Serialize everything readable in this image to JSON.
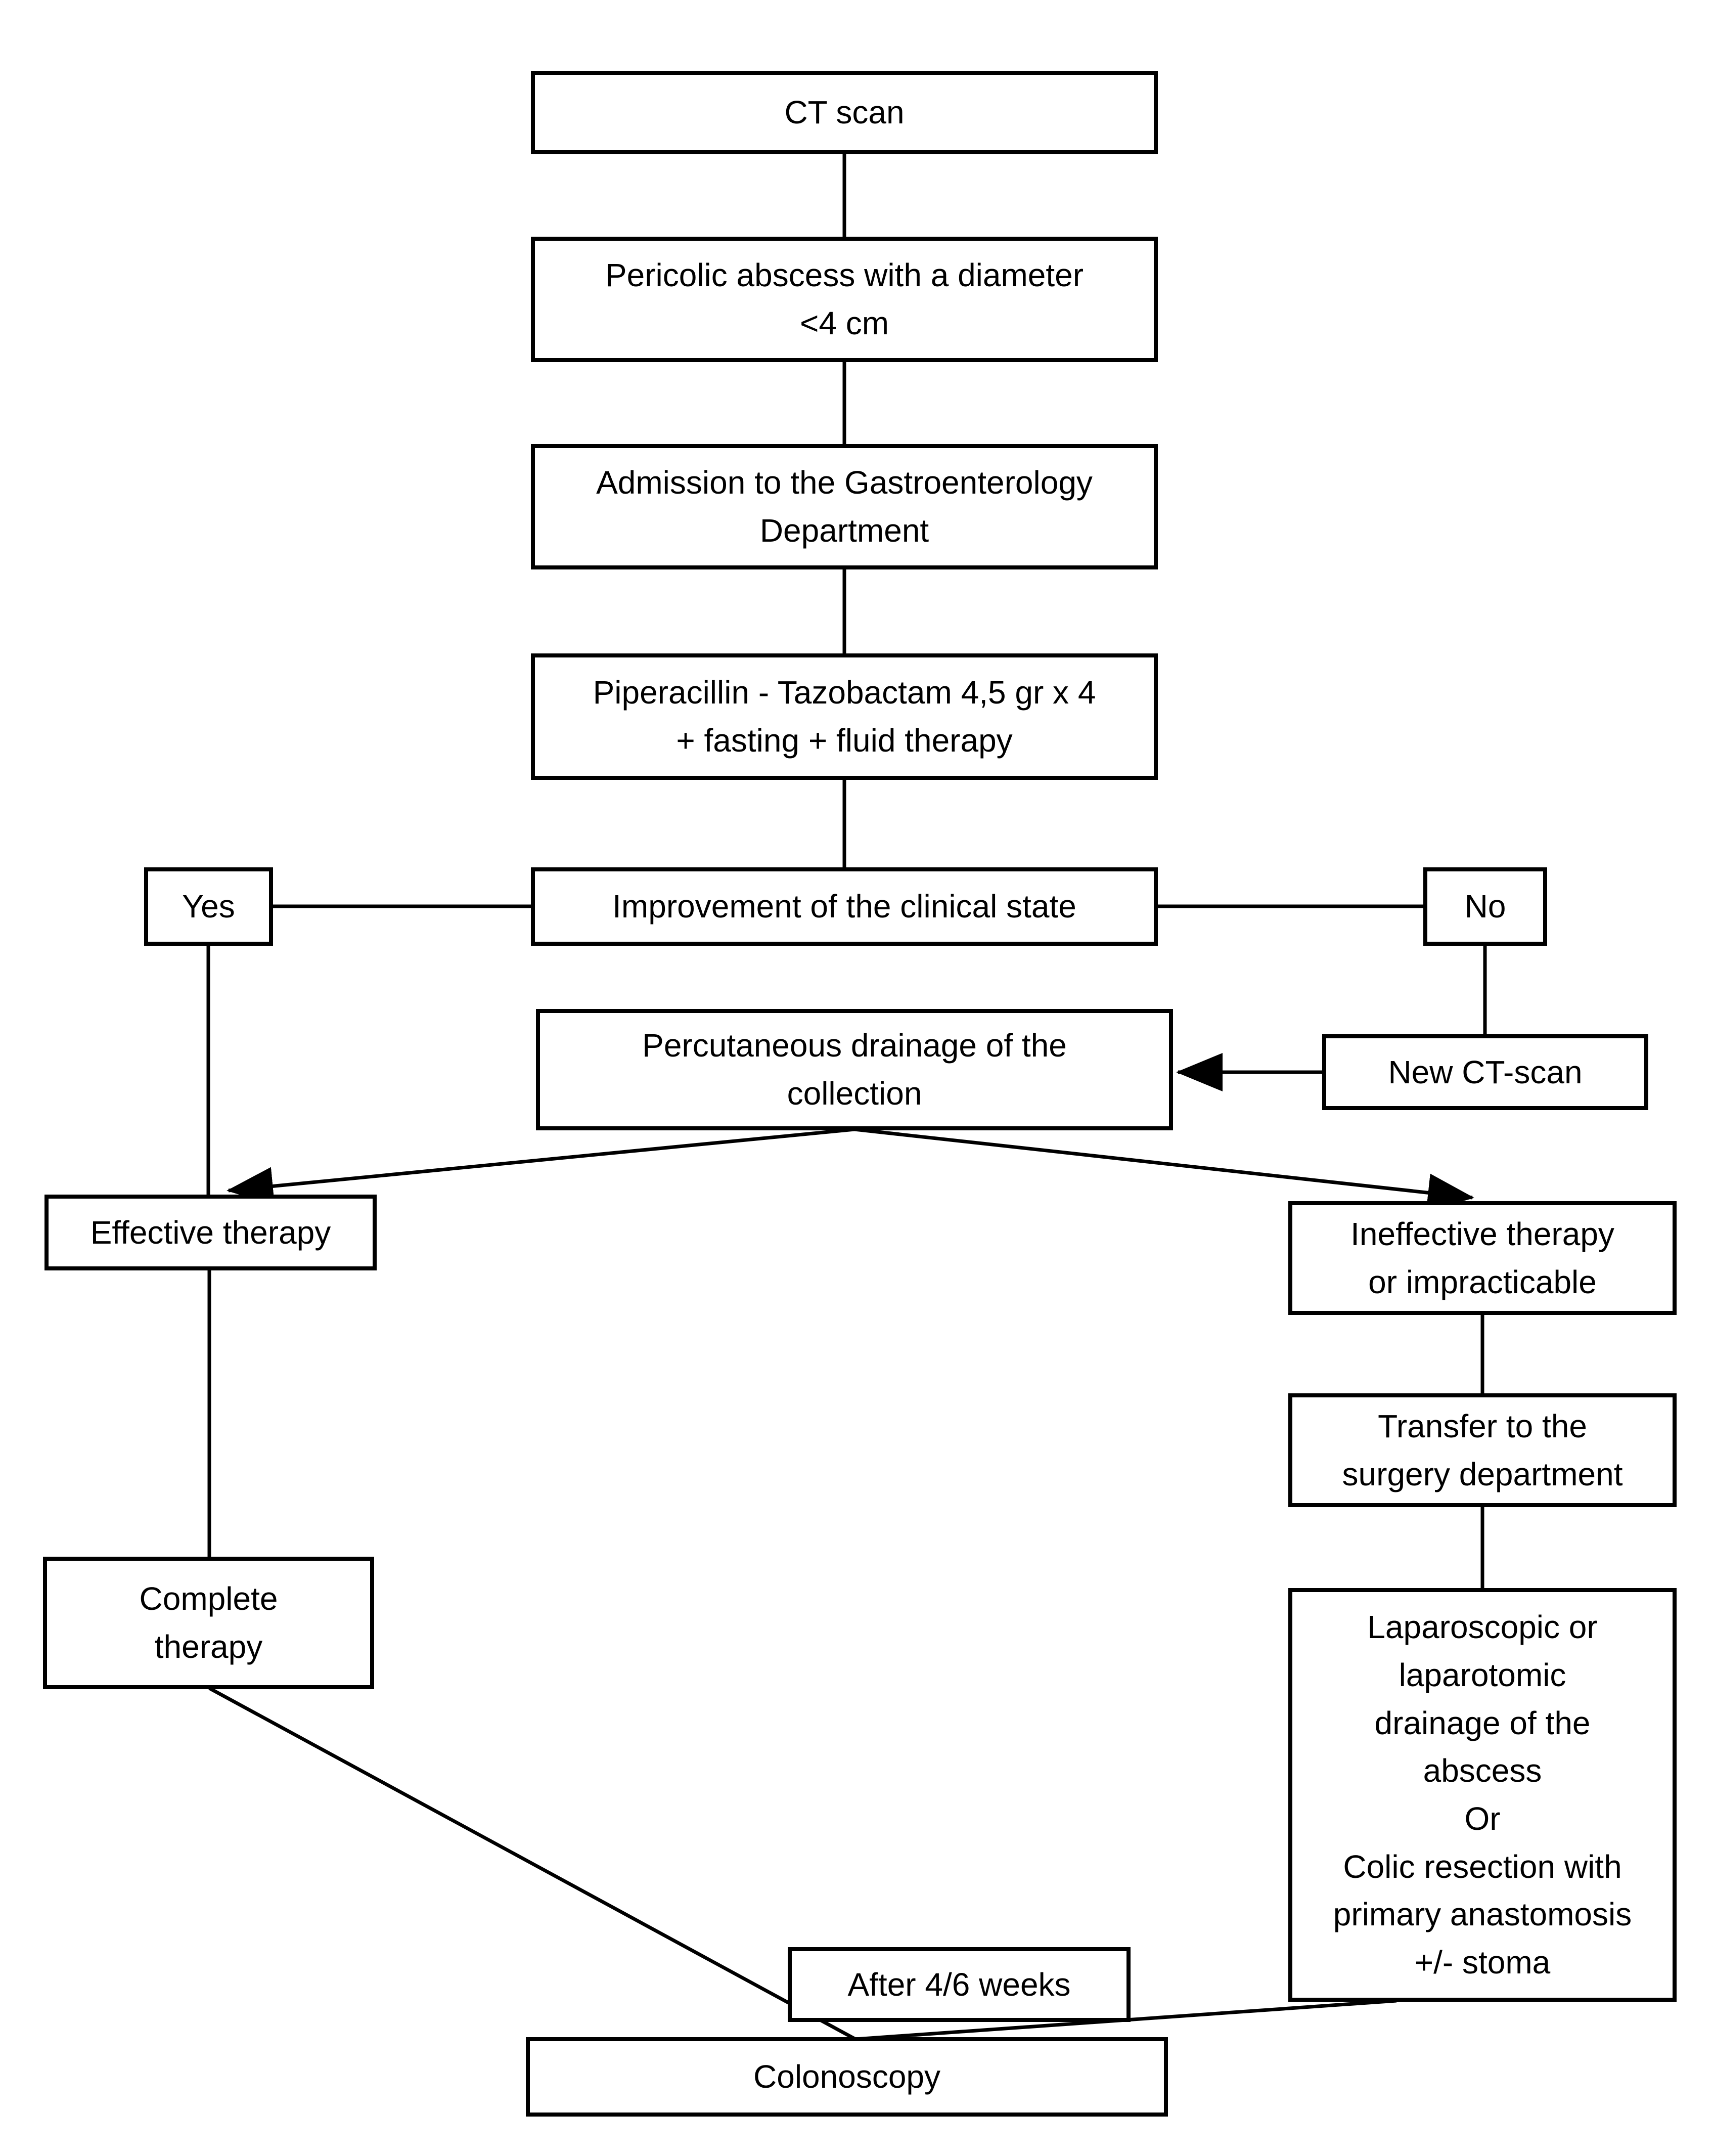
{
  "flowchart": {
    "type": "clinical-treatment-algorithm",
    "background_color": "#ffffff",
    "box_border_color": "#000000",
    "line_color": "#000000",
    "text_color": "#000000",
    "nodes": {
      "ct_scan": {
        "label": "CT scan"
      },
      "pericolic": {
        "label": "Pericolic abscess with a diameter\n<4 cm"
      },
      "admission": {
        "label": "Admission to the Gastroenterology\nDepartment"
      },
      "antibiotic_therapy": {
        "label": "Piperacillin - Tazobactam 4,5 gr x 4\n+ fasting + fluid therapy"
      },
      "yes": {
        "label": "Yes"
      },
      "improvement": {
        "label": "Improvement of the clinical state"
      },
      "no": {
        "label": "No"
      },
      "percutaneous_drainage": {
        "label": "Percutaneous drainage of the\ncollection"
      },
      "new_ct_scan": {
        "label": "New CT-scan"
      },
      "effective_therapy": {
        "label": "Effective therapy"
      },
      "ineffective_therapy": {
        "label": "Ineffective therapy\nor impracticable"
      },
      "transfer_surgery": {
        "label": "Transfer to the\nsurgery department"
      },
      "complete_therapy": {
        "label": "Complete\ntherapy"
      },
      "surgical_treatment": {
        "label": "Laparoscopic or\nlaparotomic\ndrainage of the\nabscess\nOr\nColic resection with\nprimary anastomosis\n+/- stoma"
      },
      "after_weeks": {
        "label": "After 4/6 weeks"
      },
      "colonoscopy": {
        "label": "Colonoscopy"
      }
    },
    "edges": [
      {
        "from": "ct_scan",
        "to": "pericolic",
        "arrow": false
      },
      {
        "from": "pericolic",
        "to": "admission",
        "arrow": false
      },
      {
        "from": "admission",
        "to": "antibiotic_therapy",
        "arrow": false
      },
      {
        "from": "antibiotic_therapy",
        "to": "improvement",
        "arrow": false
      },
      {
        "from": "improvement",
        "to": "yes",
        "arrow": false
      },
      {
        "from": "improvement",
        "to": "no",
        "arrow": false
      },
      {
        "from": "yes",
        "to": "effective_therapy",
        "arrow": false
      },
      {
        "from": "no",
        "to": "new_ct_scan",
        "arrow": false
      },
      {
        "from": "new_ct_scan",
        "to": "percutaneous_drainage",
        "arrow": true
      },
      {
        "from": "percutaneous_drainage",
        "to": "effective_therapy",
        "arrow": true
      },
      {
        "from": "percutaneous_drainage",
        "to": "ineffective_therapy",
        "arrow": true
      },
      {
        "from": "effective_therapy",
        "to": "complete_therapy",
        "arrow": false
      },
      {
        "from": "ineffective_therapy",
        "to": "transfer_surgery",
        "arrow": false
      },
      {
        "from": "transfer_surgery",
        "to": "surgical_treatment",
        "arrow": false
      },
      {
        "from": "complete_therapy",
        "to": "colonoscopy",
        "arrow": false
      },
      {
        "from": "surgical_treatment",
        "to": "colonoscopy",
        "arrow": false
      }
    ]
  }
}
